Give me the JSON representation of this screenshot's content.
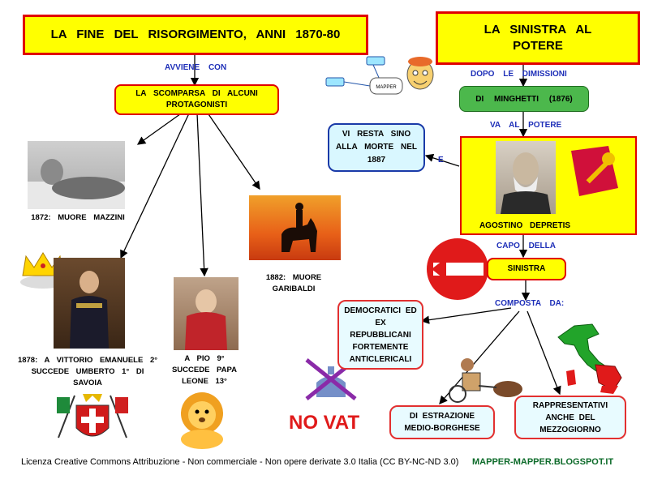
{
  "title_left": "LA FINE DEL RISORGIMENTO, ANNI 1870-80",
  "title_right": "LA SINISTRA AL POTERE",
  "link_avviene": "AVVIENE CON",
  "node_scomparsa": "LA SCOMPARSA DI ALCUNI PROTAGONISTI",
  "mapper_logo": "MAPPER",
  "caption_mazzini": "1872: MUORE MAZZINI",
  "caption_garibaldi": "1882: MUORE GARIBALDI",
  "caption_vittorio": "1878: A VITTORIO EMANUELE 2° SUCCEDE UMBERTO 1° DI SAVOIA",
  "caption_pio": "A PIO 9° SUCCEDE PAPA LEONE 13°",
  "link_dopo": "DOPO LE DIMISSIONI",
  "node_minghetti": "DI MINGHETTI (1876)",
  "link_va": "VA AL POTERE",
  "node_morte": "VI RESTA SINO ALLA MORTE NEL 1887",
  "link_e": "E",
  "caption_depretis": "AGOSTINO DEPRETIS",
  "link_capo": "CAPO DELLA",
  "node_sinistra": "SINISTRA",
  "link_composta": "COMPOSTA DA:",
  "node_democratici": "DEMOCRATICI ED EX REPUBBLICANI FORTEMENTE ANTICLERICALI",
  "node_estrazione": "DI ESTRAZIONE MEDIO-BORGHESE",
  "node_mezzogiorno": "RAPPRESENTATIVI ANCHE DEL MEZZOGIORNO",
  "novat_text": "NO VAT",
  "footer_license": "Licenza Creative Commons Attribuzione - Non commerciale - Non opere derivate 3.0 Italia (CC BY-NC-ND 3.0)",
  "footer_site": "MAPPER-MAPPER.BLOGSPOT.IT",
  "colors": {
    "title_fill": "#ffff00",
    "border_red": "#e00000",
    "link_blue": "#1e2fb8",
    "node_green": "#4cb84c",
    "footer_green": "#0d6b2a"
  }
}
